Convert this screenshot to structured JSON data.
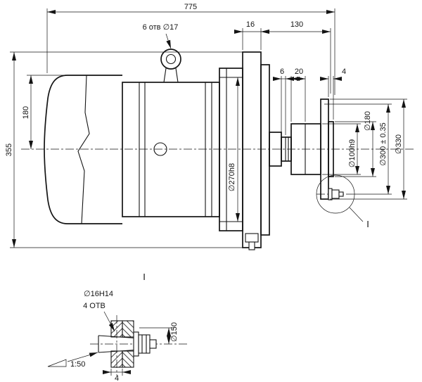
{
  "colors": {
    "ink": "#141414",
    "paper": "#ffffff"
  },
  "main_view": {
    "dim_overall_length": "775",
    "dim_overall_height": "355",
    "dim_center_height": "180",
    "note_eye_holes": "6 отв ∅17",
    "dim_plate_thickness": "16",
    "dim_shaft_assembly_length": "130",
    "dim_ring_width": "6",
    "dim_hub_step_width": "20",
    "dim_boss_thickness": "4",
    "dia_spigot": "∅270h8",
    "dia_hub": "∅100h9",
    "dia_boss": "∅180",
    "dia_bolt_circle": "∅300 ± 0.35",
    "dia_disc": "∅330",
    "detail_callout": "I"
  },
  "detail_view": {
    "title": "I",
    "note_hole_dia": "∅16H14",
    "note_hole_count": "4 ОТВ",
    "dia_pitch_circle": "∅150",
    "taper": "1:50",
    "dim_end_width": "4"
  }
}
